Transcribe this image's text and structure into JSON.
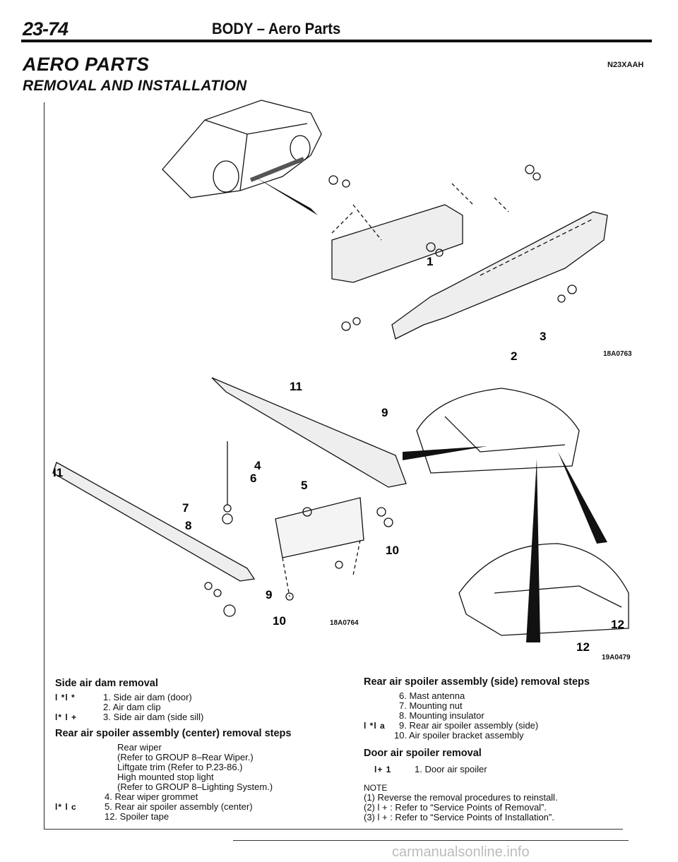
{
  "header": {
    "page_number": "23-74",
    "running_head": "BODY – Aero Parts"
  },
  "section": {
    "title": "AERO PARTS",
    "code": "N23XAAH",
    "subtitle": "REMOVAL AND INSTALLATION"
  },
  "figures": {
    "fig1": {
      "code": "18A0763",
      "callouts": [
        "1",
        "2",
        "3"
      ]
    },
    "fig2": {
      "code": "18A0764",
      "callouts": [
        "11",
        "I1",
        "4",
        "5",
        "6",
        "7",
        "8",
        "9",
        "10",
        "9",
        "10"
      ]
    },
    "fig3": {
      "code": "19A0479",
      "callouts": [
        "12",
        "12"
      ]
    }
  },
  "side_air_dam": {
    "heading": "Side air dam removal",
    "items": [
      {
        "marks": "l *l *",
        "text": "1. Side air dam (door)"
      },
      {
        "marks": "",
        "text": "2. Air dam clip"
      },
      {
        "marks": "l* l +",
        "text": "3. Side air dam (side sill)"
      }
    ]
  },
  "spoiler_center": {
    "heading": "Rear air spoiler assembly (center) removal steps",
    "items": [
      {
        "marks": "",
        "text": "Rear wiper"
      },
      {
        "marks": "",
        "text": "(Refer to GROUP 8–Rear Wiper.)"
      },
      {
        "marks": "",
        "text": "Liftgate trim (Refer to P.23-86.)"
      },
      {
        "marks": "",
        "text": "High mounted stop light"
      },
      {
        "marks": "",
        "text": "(Refer to GROUP 8–Lighting System.)"
      },
      {
        "marks": "",
        "text": "4. Rear wiper grommet"
      },
      {
        "marks": "l* l c",
        "text": "5. Rear air spoiler assembly (center)"
      },
      {
        "marks": "",
        "text": "12. Spoiler tape"
      }
    ]
  },
  "spoiler_side": {
    "heading": "Rear air spoiler assembly (side) removal steps",
    "items": [
      {
        "marks": "",
        "text": "6. Mast antenna"
      },
      {
        "marks": "",
        "text": "7. Mounting nut"
      },
      {
        "marks": "",
        "text": "8. Mounting insulator"
      },
      {
        "marks": "l *l a",
        "text": "9. Rear air spoiler assembly (side)"
      },
      {
        "marks": "",
        "text": "10. Air spoiler bracket assembly"
      }
    ]
  },
  "door_spoiler": {
    "heading": "Door air spoiler removal",
    "items": [
      {
        "marks": "l+ 1",
        "text": "1. Door air spoiler"
      }
    ]
  },
  "note": {
    "label": "NOTE",
    "lines": [
      "(1) Reverse the removal procedures to reinstall.",
      "(2) l + : Refer to “Service Points of Removal”.",
      "(3) l + : Refer to “Service Points of Installation”."
    ]
  },
  "watermark": "carmanualsonline.info"
}
